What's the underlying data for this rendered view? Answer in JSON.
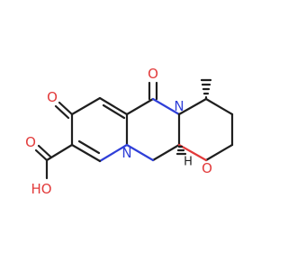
{
  "structure": {
    "atoms": {
      "ketone_o_top": "O",
      "ketone_o_left": "O",
      "acid_o": "O",
      "hydroxyl": "HO",
      "ring_o": "O",
      "n_left": "N",
      "n_right": "N",
      "stereo_h": "H"
    },
    "colors": {
      "bond": "#1f1f1f",
      "oxygen": "#e23a3a",
      "nitrogen": "#2f3fd8"
    },
    "stereo": [
      "methyl-wedge-hashed",
      "h-wedge-hashed"
    ]
  }
}
